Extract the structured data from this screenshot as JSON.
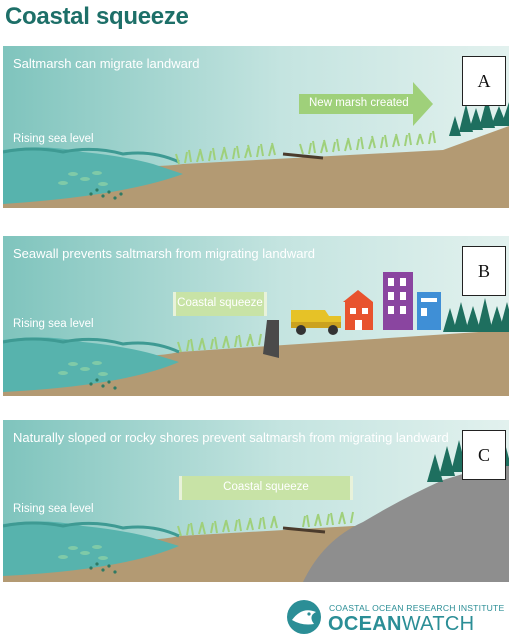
{
  "title": "Coastal squeeze",
  "panels": [
    {
      "letter": "A",
      "caption": "Saltmarsh can migrate landward",
      "rising": "Rising sea level",
      "arrow_label": "New marsh created"
    },
    {
      "letter": "B",
      "caption": "Seawall prevents saltmarsh from migrating landward",
      "rising": "Rising sea level",
      "squeeze_label": "Coastal squeeze"
    },
    {
      "letter": "C",
      "caption": "Naturally sloped or rocky shores prevent saltmarsh from migrating landward",
      "rising": "Rising sea level",
      "squeeze_label": "Coastal squeeze"
    }
  ],
  "footer": {
    "org_line": "COASTAL OCEAN RESEARCH INSTITUTE",
    "brand_bold": "OCEAN",
    "brand_light": "WATCH"
  },
  "colors": {
    "title": "#1d6f68",
    "sky": "#c9e6e3",
    "water": "#57b3ad",
    "sediment": "#b39a73",
    "marsh": "#9fd07a",
    "trees": "#1e6f5f",
    "rock": "#8e8e8e",
    "brand": "#2b8e96"
  }
}
